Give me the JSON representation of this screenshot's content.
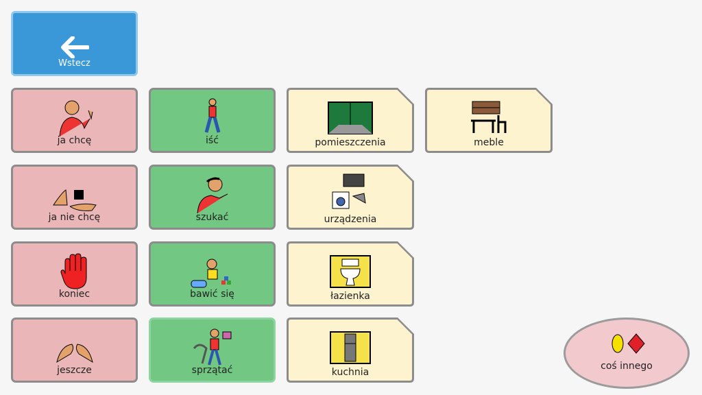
{
  "toolbar": {
    "back_label": "Wstecz"
  },
  "grid": {
    "row1": [
      "ja chcę",
      "iść",
      "pomieszczenia",
      "meble"
    ],
    "row2": [
      "ja nie chcę",
      "szukać",
      "urządzenia"
    ],
    "row3": [
      "koniec",
      "bawić się",
      "łazienka"
    ],
    "row4": [
      "jeszcze",
      "sprzątać",
      "kuchnia"
    ]
  },
  "other": {
    "label": "coś innego"
  },
  "colors": {
    "back": "#3a98d9",
    "pronoun_tile": "#ebb6b8",
    "verb_tile": "#72c782",
    "folder_tile": "#fdf3cf",
    "other_tile": "#f2c9cc"
  },
  "icons": {
    "back": "arrow-left-icon",
    "ja_chce": "person-wanting-icon",
    "isc": "walking-person-icon",
    "pomieszczenia": "room-icon",
    "meble": "furniture-icon",
    "ja_nie_chce": "hands-refuse-icon",
    "szukac": "person-searching-icon",
    "urzadzenia": "appliances-icon",
    "koniec": "stop-hand-icon",
    "bawic_sie": "playing-child-icon",
    "lazienka": "toilet-icon",
    "jeszcze": "more-hands-icon",
    "sprzatac": "vacuum-cleaning-icon",
    "kuchnia": "fridge-icon",
    "cos_innego": "shapes-icon"
  }
}
